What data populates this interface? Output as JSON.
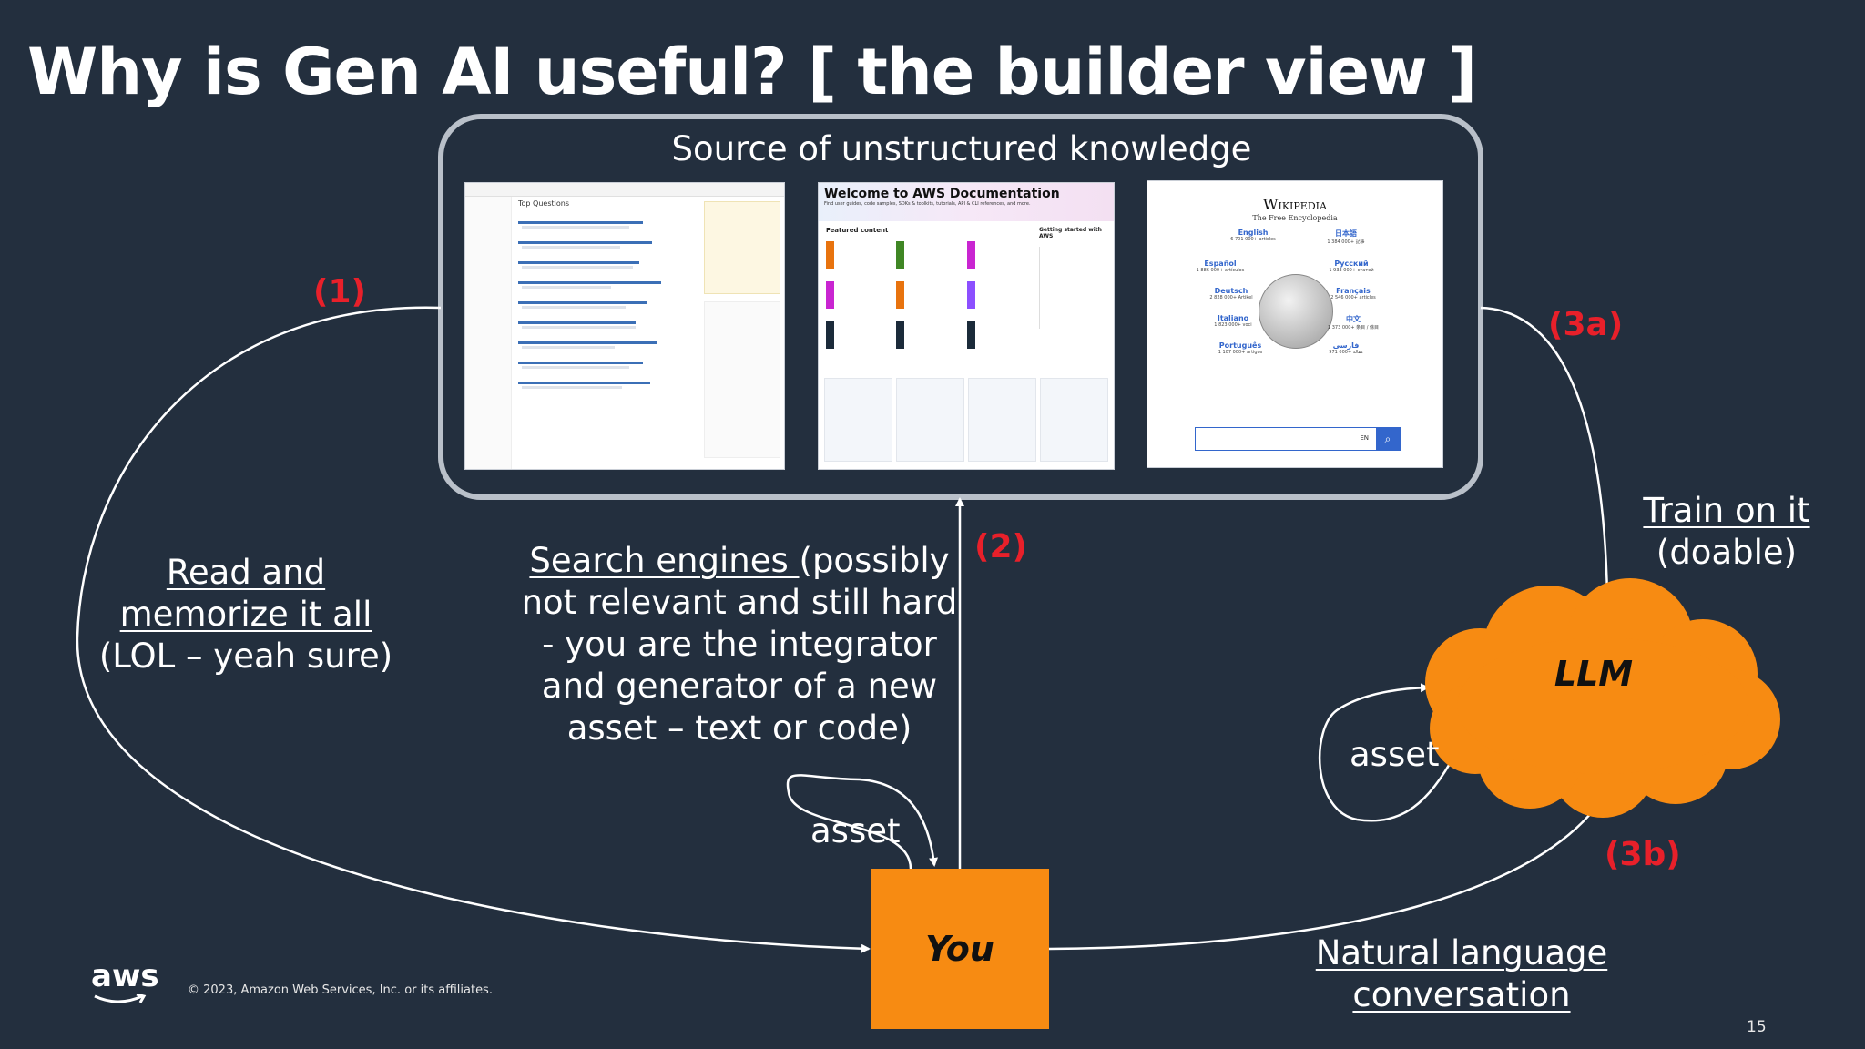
{
  "slide": {
    "title": "Why is Gen AI useful? [ the builder view ]",
    "source_label": "Source of unstructured knowledge",
    "you_label": "You",
    "llm_label": "LLM",
    "copyright": "© 2023, Amazon Web Services, Inc. or its affiliates.",
    "page_number": "15",
    "logo_text": "aws"
  },
  "markers": {
    "m1": "(1)",
    "m2": "(2)",
    "m3a": "(3a)",
    "m3b": "(3b)"
  },
  "labels": {
    "read_line1": "Read and",
    "read_line2": "memorize it all",
    "read_line3": "(LOL – yeah sure)",
    "search_underlined": "Search engines ",
    "search_rest1": "(possibly",
    "search_line2": "not relevant and still hard",
    "search_line3": "- you are the integrator",
    "search_line4": "and generator of a new",
    "search_line5": "asset – text or code)",
    "asset_you": "asset",
    "asset_llm": "asset",
    "train_line1": "Train on it",
    "train_line2": "(doable)",
    "nl_line1": "Natural language",
    "nl_line2": "conversation"
  },
  "thumbnails": {
    "so_heading": "Top Questions",
    "aws_heading": "Welcome to AWS Documentation",
    "aws_sub": "Find user guides, code samples, SDKs & toolkits, tutorials, API & CLI references, and more.",
    "aws_featured": "Featured content",
    "aws_getting_started": "Getting started with AWS",
    "wiki_title": "Wikipedia",
    "wiki_sub": "The Free Encyclopedia",
    "wiki_langs": [
      {
        "name": "English",
        "count": "6 701 000+ articles"
      },
      {
        "name": "日本語",
        "count": "1 384 000+ 記事"
      },
      {
        "name": "Español",
        "count": "1 886 000+ artículos"
      },
      {
        "name": "Русский",
        "count": "1 933 000+ статей"
      },
      {
        "name": "Deutsch",
        "count": "2 828 000+ Artikel"
      },
      {
        "name": "Français",
        "count": "2 546 000+ articles"
      },
      {
        "name": "Italiano",
        "count": "1 823 000+ voci"
      },
      {
        "name": "中文",
        "count": "1 373 000+ 条目 / 條目"
      },
      {
        "name": "Português",
        "count": "1 107 000+ artigos"
      },
      {
        "name": "فارسی",
        "count": "971 000+ مقاله"
      }
    ],
    "wiki_search_lang": "EN"
  },
  "colors": {
    "background": "#232f3e",
    "accent_orange": "#f78b12",
    "marker_red": "#e8202a"
  }
}
